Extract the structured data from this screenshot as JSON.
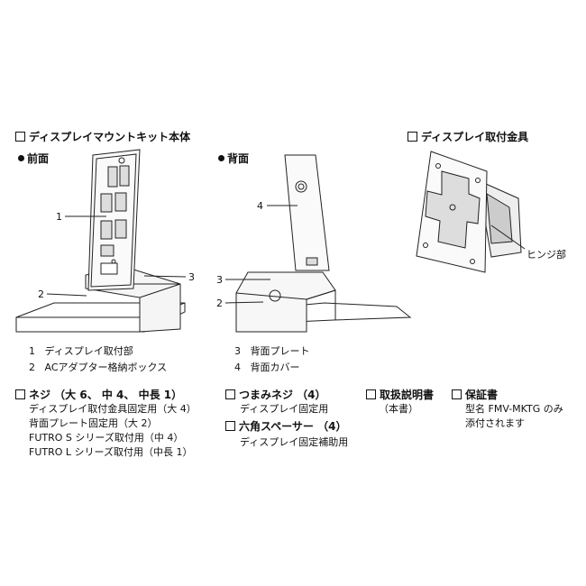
{
  "sections": {
    "kit_title": "ディスプレイマウントキット本体",
    "bracket_title": "ディスプレイ取付金具"
  },
  "views": {
    "front": "前面",
    "back": "背面"
  },
  "callouts": {
    "n1": "1",
    "n2": "2",
    "n3": "3",
    "n4": "4",
    "hinge": "ヒンジ部"
  },
  "parts": [
    {
      "num": "1",
      "label": "ディスプレイ取付部"
    },
    {
      "num": "2",
      "label": "ACアダプター格納ボックス"
    },
    {
      "num": "3",
      "label": "背面プレート"
    },
    {
      "num": "4",
      "label": "背面カバー"
    }
  ],
  "accessories": {
    "screws": {
      "title": "ネジ （大 6、 中 4、 中長 1）",
      "lines": [
        "ディスプレイ取付金具固定用（大 4）",
        "背面プレート固定用（大 2）",
        "FUTRO S シリーズ取付用（中 4）",
        "FUTRO L シリーズ取付用（中長 1）"
      ]
    },
    "knob_screws": {
      "title": "つまみネジ （4）",
      "lines": [
        "ディスプレイ固定用"
      ]
    },
    "hex_spacer": {
      "title": "六角スペーサー （4）",
      "lines": [
        "ディスプレイ固定補助用"
      ]
    },
    "manual": {
      "title": "取扱説明書",
      "lines": [
        "（本書）"
      ]
    },
    "warranty": {
      "title": "保証書",
      "lines": [
        "型名 FMV-MKTG のみ",
        "添付されます"
      ]
    }
  }
}
